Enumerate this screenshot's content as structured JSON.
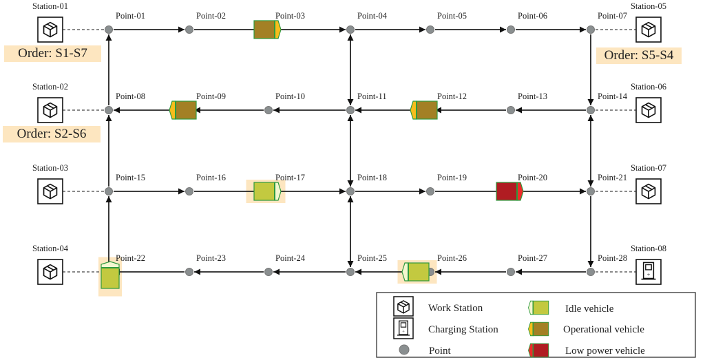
{
  "points": [
    "Point-01",
    "Point-02",
    "Point-03",
    "Point-04",
    "Point-05",
    "Point-06",
    "Point-07",
    "Point-08",
    "Point-09",
    "Point-10",
    "Point-11",
    "Point-12",
    "Point-13",
    "Point-14",
    "Point-15",
    "Point-16",
    "Point-17",
    "Point-18",
    "Point-19",
    "Point-20",
    "Point-21",
    "Point-22",
    "Point-23",
    "Point-24",
    "Point-25",
    "Point-26",
    "Point-27",
    "Point-28"
  ],
  "stations": [
    {
      "label": "Station-01",
      "type": "work",
      "side": "left",
      "row": 0
    },
    {
      "label": "Station-02",
      "type": "work",
      "side": "left",
      "row": 1
    },
    {
      "label": "Station-03",
      "type": "work",
      "side": "left",
      "row": 2
    },
    {
      "label": "Station-04",
      "type": "work",
      "side": "left",
      "row": 3
    },
    {
      "label": "Station-05",
      "type": "work",
      "side": "right",
      "row": 0
    },
    {
      "label": "Station-06",
      "type": "work",
      "side": "right",
      "row": 1
    },
    {
      "label": "Station-07",
      "type": "work",
      "side": "right",
      "row": 2
    },
    {
      "label": "Station-08",
      "type": "charging",
      "side": "right",
      "row": 3
    }
  ],
  "orders": [
    "Order: S1-S7",
    "Order: S2-S6",
    "Order: S5-S4"
  ],
  "edges": {
    "row_directions": [
      "right",
      "left",
      "right",
      "left"
    ],
    "vertical": [
      {
        "column": 0,
        "links": [
          "up",
          "up",
          "up"
        ]
      },
      {
        "column": 3,
        "links": [
          "both",
          "both",
          "both"
        ]
      },
      {
        "column": 6,
        "links": [
          "down",
          "both",
          "down"
        ]
      }
    ]
  },
  "vehicles": [
    {
      "at": "Point-03",
      "state": "operational",
      "direction": "right",
      "highlighted": false
    },
    {
      "at": "Point-09",
      "state": "operational",
      "direction": "left",
      "highlighted": false
    },
    {
      "at": "Point-12",
      "state": "operational",
      "direction": "left",
      "highlighted": false
    },
    {
      "at": "Point-17",
      "state": "idle",
      "direction": "right",
      "highlighted": true
    },
    {
      "at": "Point-20",
      "state": "low_power",
      "direction": "right",
      "highlighted": false
    },
    {
      "at": "Point-26",
      "state": "idle",
      "direction": "left",
      "highlighted": true
    },
    {
      "at": "Point-22",
      "state": "idle",
      "direction": "up",
      "highlighted": true
    }
  ],
  "legend": {
    "work_station": "Work Station",
    "charging_station": "Charging Station",
    "point": "Point",
    "idle": "Idle vehicle",
    "operational": "Operational vehicle",
    "low_power": "Low power vehicle"
  },
  "colors": {
    "idle_body": "#c3c940",
    "idle_nose": "#f4f7d0",
    "operational_body": "#a38025",
    "operational_nose": "#f7bd1c",
    "low_power_body": "#b01c22",
    "low_power_nose": "#ee2b2b",
    "vehicle_border": "#2e9a3e",
    "highlight": "#fde6c0",
    "point": "#8a8f90"
  }
}
